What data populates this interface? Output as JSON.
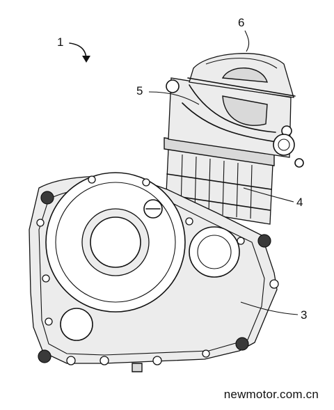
{
  "diagram": {
    "labels": [
      {
        "id": "label-1",
        "text": "1"
      },
      {
        "id": "label-3",
        "text": "3"
      },
      {
        "id": "label-4",
        "text": "4"
      },
      {
        "id": "label-5",
        "text": "5"
      },
      {
        "id": "label-6",
        "text": "6"
      }
    ]
  },
  "watermark": "newmotor.com.cn"
}
